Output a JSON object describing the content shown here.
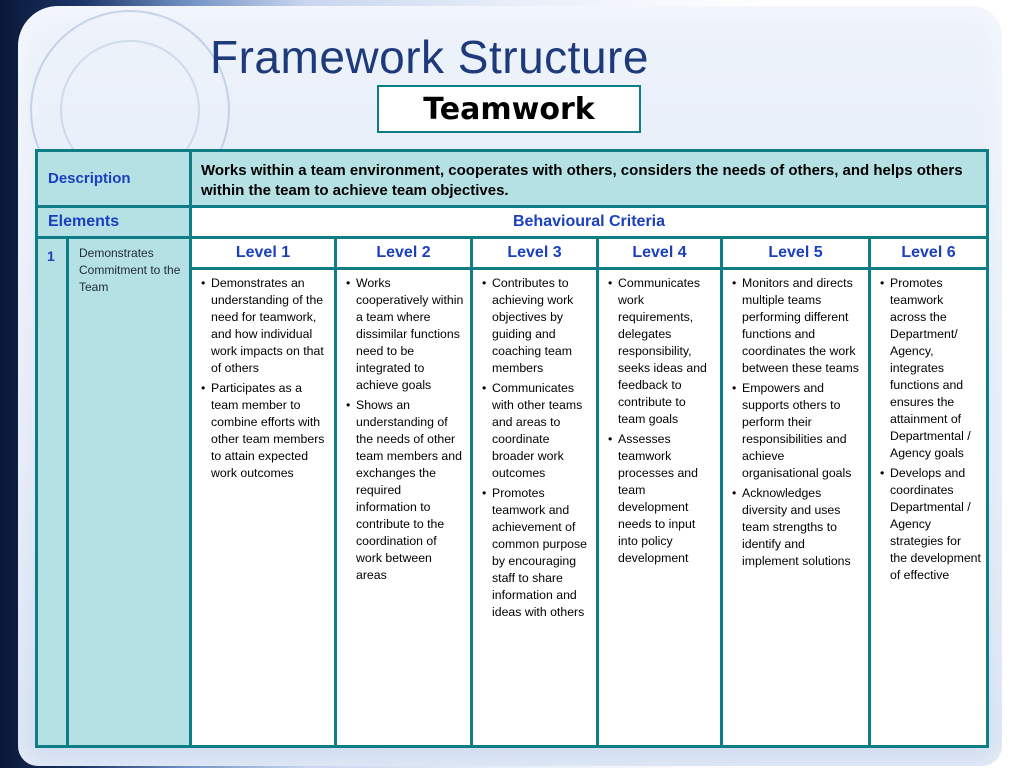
{
  "title": "Framework Structure",
  "subtitle": "Teamwork",
  "description": {
    "label": "Description",
    "text": "Works within a team environment, cooperates with others, considers the needs of others,  and helps others within the team to achieve team objectives."
  },
  "headers": {
    "elements": "Elements",
    "criteria": "Behavioural Criteria"
  },
  "element": {
    "number": "1",
    "name": "Demonstrates Commitment to the Team"
  },
  "levels": [
    {
      "label": "Level 1",
      "items": [
        "Demonstrates an understanding of the need for teamwork, and how individual work impacts on that of others",
        "Participates as a team member to combine efforts with other team members to attain expected work outcomes"
      ]
    },
    {
      "label": "Level 2",
      "items": [
        "Works cooperatively within a team where dissimilar functions need to be integrated to achieve goals",
        "Shows an understanding of the needs of other team members and exchanges the required information to contribute to the coordination of work between areas"
      ]
    },
    {
      "label": "Level 3",
      "items": [
        "Contributes to achieving work objectives by guiding and coaching team members",
        "Communicates with other teams and areas to coordinate broader work outcomes",
        "Promotes teamwork and achievement of common purpose by encouraging staff to share information and ideas with others"
      ]
    },
    {
      "label": "Level 4",
      "items": [
        "Communicates work requirements, delegates responsibility, seeks ideas and feedback to contribute to team goals",
        "Assesses teamwork processes and team development needs to input into policy development"
      ]
    },
    {
      "label": "Level 5",
      "items": [
        "Monitors and directs multiple teams performing different functions and coordinates the work between these teams",
        "Empowers and supports others to perform their responsibilities and achieve organisational goals",
        "Acknowledges diversity and uses team strengths to identify and implement solutions"
      ]
    },
    {
      "label": "Level 6",
      "items": [
        "Promotes teamwork across the Department/ Agency, integrates functions and ensures the attainment of Departmental / Agency goals",
        "Develops and coordinates Departmental / Agency strategies for the development of effective"
      ]
    }
  ],
  "colors": {
    "border": "#0e7d86",
    "cell_teal": "#b6e1e4",
    "accent_text": "#1a3fbf",
    "title_text": "#1f3a7a"
  }
}
